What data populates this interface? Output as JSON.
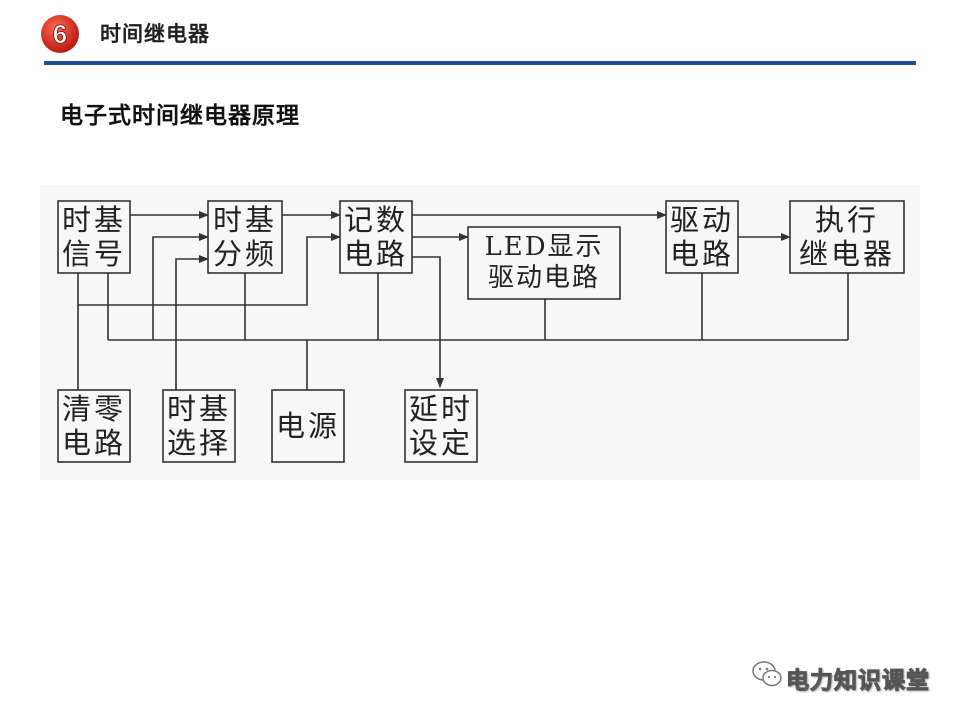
{
  "header": {
    "badge_number": "6",
    "title": "时间继电器",
    "accent_color": "#1f4e96",
    "badge_color": "#d9261c"
  },
  "subtitle": "电子式时间继电器原理",
  "diagram": {
    "blocks": {
      "timebase_signal": "时基\n信号",
      "timebase_divider": "时基\n分频",
      "counter_circuit": "记数\n电路",
      "led_driver": "LED显示\n驱动电路",
      "drive_circuit": "驱动\n电路",
      "relay": "执行\n继电器",
      "reset_circuit": "清零\n电路",
      "timebase_select": "时基\n选择",
      "power_supply": "电源",
      "delay_setting": "延时\n设定"
    }
  },
  "watermark": {
    "text": "电力知识课堂",
    "icon": "wechat-icon"
  }
}
